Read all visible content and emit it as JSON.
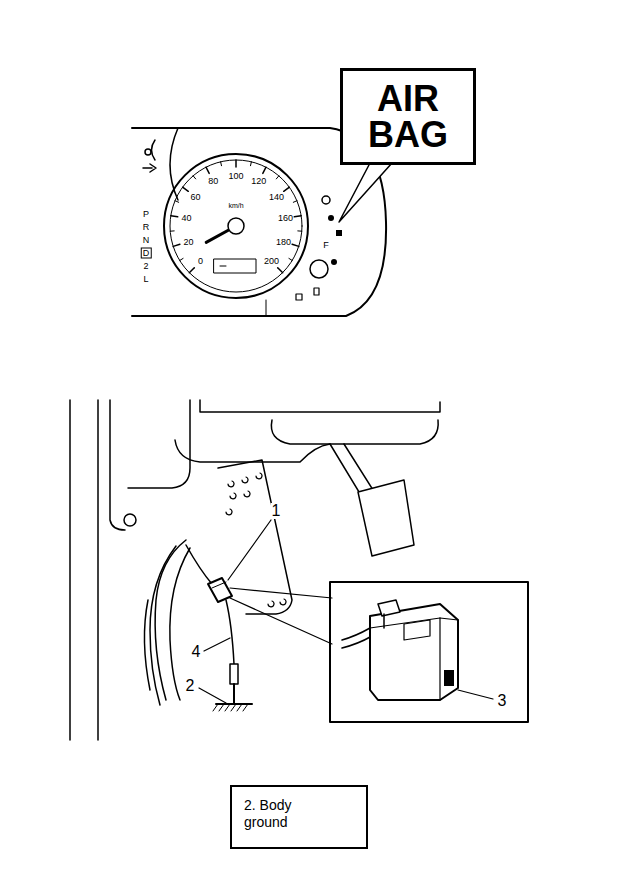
{
  "diagram": {
    "nodes": [
      {
        "text": [
          "AIR BAG"
        ]
      },
      {
        "text": [
          "2. Body ground"
        ]
      }
    ],
    "edges": [],
    "labels": [
      "0",
      "20",
      "40",
      "60",
      "80",
      "100",
      "120",
      "140",
      "160",
      "180",
      "200",
      "km/h",
      "P",
      "R",
      "N",
      "D",
      "2",
      "L",
      "F",
      "1",
      "2",
      "3",
      "4"
    ]
  }
}
